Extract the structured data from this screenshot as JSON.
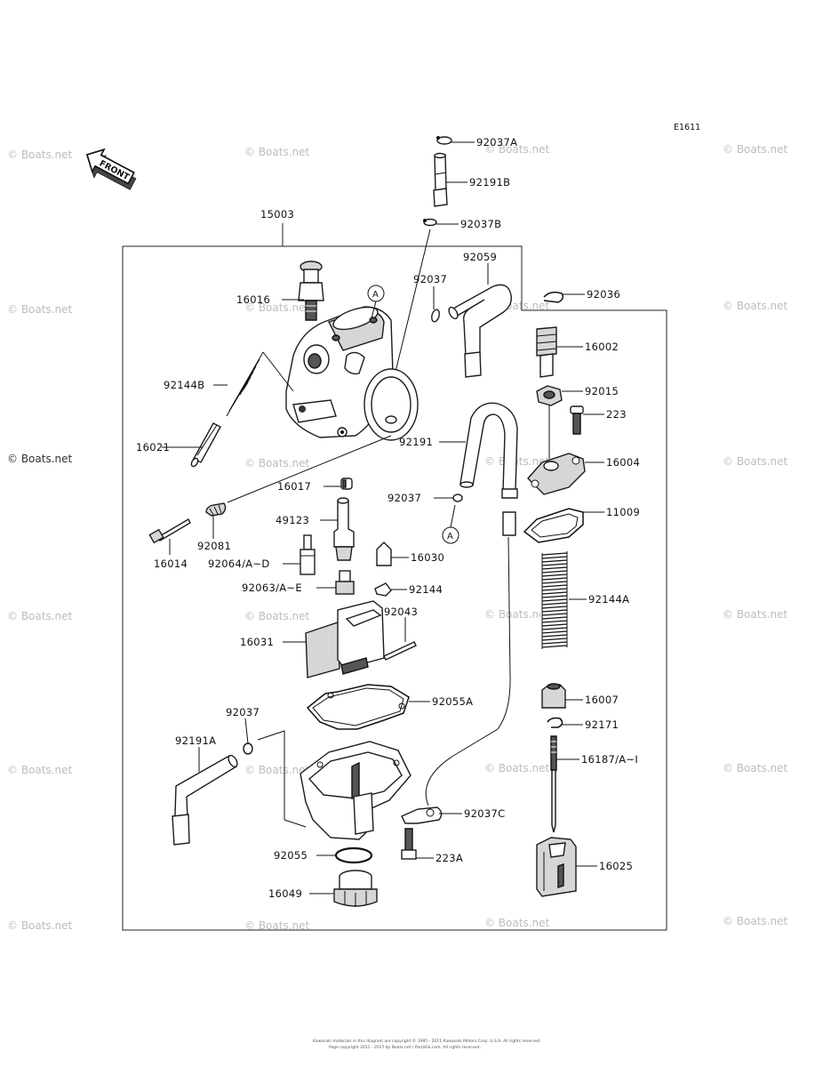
{
  "diagram": {
    "ref_code": "E1611",
    "front_label": "FRONT",
    "circle_marker": "A",
    "watermark": "© Boats.net",
    "footer_line1": "Kawasaki materials in this diagram are copyright © 1995 - 2011 Kawasaki Motors Corp. U.S.A. All rights reserved.",
    "footer_line2": "Page copyright 2011 - 2017 by Boats.net / Partzilla.com. All rights reserved.",
    "part_labels": [
      "92037A",
      "92191B",
      "92037B",
      "15003",
      "92059",
      "92037",
      "92036",
      "16016",
      "16002",
      "92015",
      "223",
      "92144B",
      "16021",
      "92191",
      "16004",
      "16017",
      "92037",
      "11009",
      "49123",
      "16014",
      "92081",
      "92064/A~D",
      "16030",
      "92063/A~E",
      "92144",
      "92144A",
      "92043",
      "16031",
      "16007",
      "92055A",
      "92171",
      "92037",
      "16187/A~I",
      "92191A",
      "92037C",
      "92055",
      "223A",
      "16025",
      "16049"
    ]
  }
}
